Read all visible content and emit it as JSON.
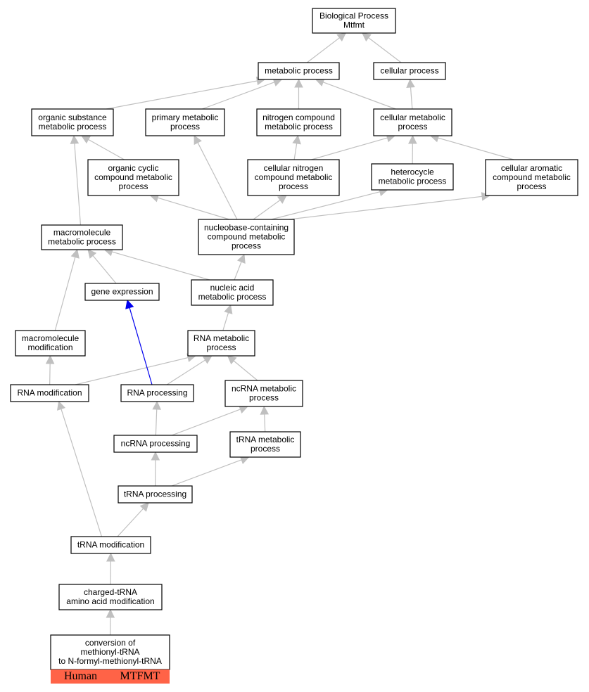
{
  "colors": {
    "edge": "#c0c0c0",
    "highlight_edge": "#0000ee",
    "annotation_fill": "#ff6347",
    "node_border": "#000000"
  },
  "nodes": [
    {
      "id": "bp",
      "lines": [
        "Biological Process",
        "Mtfmt"
      ]
    },
    {
      "id": "meta",
      "lines": [
        "metabolic process"
      ]
    },
    {
      "id": "cell",
      "lines": [
        "cellular process"
      ]
    },
    {
      "id": "orgsub",
      "lines": [
        "organic substance",
        "metabolic process"
      ]
    },
    {
      "id": "prim",
      "lines": [
        "primary metabolic",
        "process"
      ]
    },
    {
      "id": "nitro",
      "lines": [
        "nitrogen compound",
        "metabolic process"
      ]
    },
    {
      "id": "cellmeta",
      "lines": [
        "cellular metabolic",
        "process"
      ]
    },
    {
      "id": "orgcyc",
      "lines": [
        "organic cyclic",
        "compound metabolic",
        "process"
      ]
    },
    {
      "id": "cellnit",
      "lines": [
        "cellular nitrogen",
        "compound metabolic",
        "process"
      ]
    },
    {
      "id": "hetero",
      "lines": [
        "heterocycle",
        "metabolic process"
      ]
    },
    {
      "id": "cellaro",
      "lines": [
        "cellular aromatic",
        "compound metabolic",
        "process"
      ]
    },
    {
      "id": "macro",
      "lines": [
        "macromolecule",
        "metabolic process"
      ]
    },
    {
      "id": "nucbase",
      "lines": [
        "nucleobase-containing",
        "compound metabolic",
        "process"
      ]
    },
    {
      "id": "geneexp",
      "lines": [
        "gene expression"
      ]
    },
    {
      "id": "nucacid",
      "lines": [
        "nucleic acid",
        "metabolic process"
      ]
    },
    {
      "id": "macromod",
      "lines": [
        "macromolecule",
        "modification"
      ]
    },
    {
      "id": "rnameta",
      "lines": [
        "RNA metabolic",
        "process"
      ]
    },
    {
      "id": "rnamod",
      "lines": [
        "RNA modification"
      ]
    },
    {
      "id": "rnaproc",
      "lines": [
        "RNA processing"
      ]
    },
    {
      "id": "ncrnameta",
      "lines": [
        "ncRNA metabolic",
        "process"
      ]
    },
    {
      "id": "ncrnaproc",
      "lines": [
        "ncRNA processing"
      ]
    },
    {
      "id": "trnameta",
      "lines": [
        "tRNA metabolic",
        "process"
      ]
    },
    {
      "id": "trnaproc",
      "lines": [
        "tRNA processing"
      ]
    },
    {
      "id": "trnamod",
      "lines": [
        "tRNA modification"
      ]
    },
    {
      "id": "charged",
      "lines": [
        "charged-tRNA",
        "amino acid modification"
      ]
    },
    {
      "id": "conv",
      "lines": [
        "conversion of",
        "methionyl-tRNA",
        "to N-formyl-methionyl-tRNA"
      ]
    }
  ],
  "annotations": {
    "organism": "Human",
    "gene": "MTFMT"
  },
  "edges": [
    {
      "from": "meta",
      "to": "bp"
    },
    {
      "from": "cell",
      "to": "bp"
    },
    {
      "from": "orgsub",
      "to": "meta"
    },
    {
      "from": "prim",
      "to": "meta"
    },
    {
      "from": "nitro",
      "to": "meta"
    },
    {
      "from": "cellmeta",
      "to": "meta"
    },
    {
      "from": "cellmeta",
      "to": "cell"
    },
    {
      "from": "orgcyc",
      "to": "orgsub"
    },
    {
      "from": "cellnit",
      "to": "nitro"
    },
    {
      "from": "cellnit",
      "to": "cellmeta"
    },
    {
      "from": "hetero",
      "to": "cellmeta"
    },
    {
      "from": "cellaro",
      "to": "cellmeta"
    },
    {
      "from": "macro",
      "to": "orgsub"
    },
    {
      "from": "nucbase",
      "to": "orgcyc"
    },
    {
      "from": "nucbase",
      "to": "prim"
    },
    {
      "from": "nucbase",
      "to": "cellnit"
    },
    {
      "from": "nucbase",
      "to": "hetero"
    },
    {
      "from": "nucbase",
      "to": "cellaro"
    },
    {
      "from": "geneexp",
      "to": "macro"
    },
    {
      "from": "nucacid",
      "to": "macro"
    },
    {
      "from": "nucacid",
      "to": "nucbase"
    },
    {
      "from": "macromod",
      "to": "macro"
    },
    {
      "from": "rnameta",
      "to": "nucacid"
    },
    {
      "from": "rnamod",
      "to": "macromod"
    },
    {
      "from": "rnamod",
      "to": "rnameta"
    },
    {
      "from": "rnaproc",
      "to": "geneexp",
      "highlight": true
    },
    {
      "from": "rnaproc",
      "to": "rnameta"
    },
    {
      "from": "ncrnameta",
      "to": "rnameta"
    },
    {
      "from": "ncrnaproc",
      "to": "rnaproc"
    },
    {
      "from": "ncrnaproc",
      "to": "ncrnameta"
    },
    {
      "from": "trnameta",
      "to": "ncrnameta"
    },
    {
      "from": "trnaproc",
      "to": "ncrnaproc"
    },
    {
      "from": "trnaproc",
      "to": "trnameta"
    },
    {
      "from": "trnamod",
      "to": "rnamod"
    },
    {
      "from": "trnamod",
      "to": "trnaproc"
    },
    {
      "from": "charged",
      "to": "trnamod"
    },
    {
      "from": "conv",
      "to": "charged"
    }
  ]
}
